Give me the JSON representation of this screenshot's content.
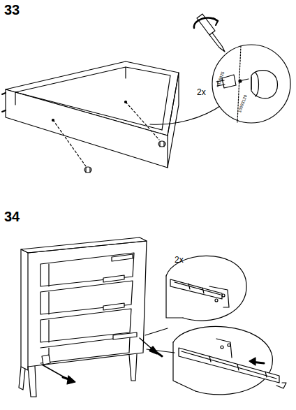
{
  "diagram": {
    "labels": [
      "33",
      "2x",
      "116925",
      "10093120",
      "34",
      "2x"
    ]
  }
}
